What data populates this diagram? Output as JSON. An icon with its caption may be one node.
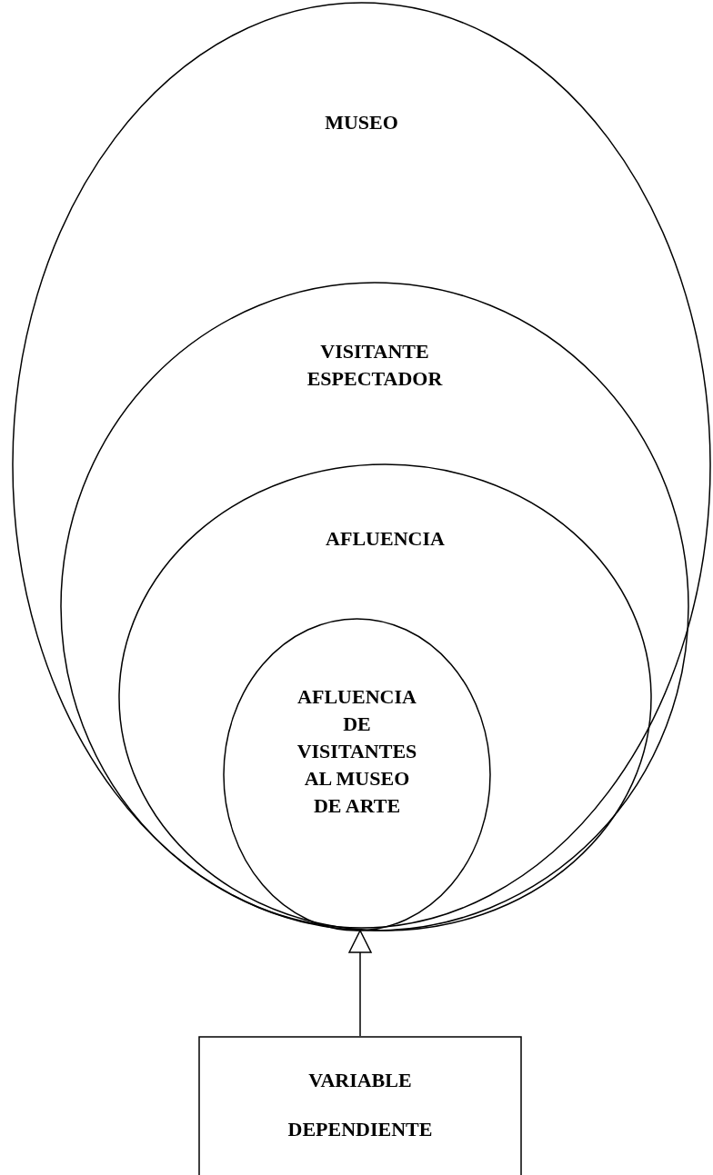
{
  "diagram": {
    "nodes": [
      {
        "text": [
          "MUSEO"
        ]
      },
      {
        "text": [
          "VISITANTE ESPECTADOR"
        ],
        "in": 0
      },
      {
        "text": [
          "AFLUENCIA"
        ],
        "in": 1
      },
      {
        "text": [
          "AFLUENCIA DE VISITANTES AL MUSEO DE ARTE"
        ],
        "in": 2
      },
      {
        "text": [
          "VARIABLE DEPENDIENTE"
        ]
      }
    ],
    "edges": [
      {
        "from": 4,
        "to": 3,
        "arrow": "to"
      }
    ]
  }
}
